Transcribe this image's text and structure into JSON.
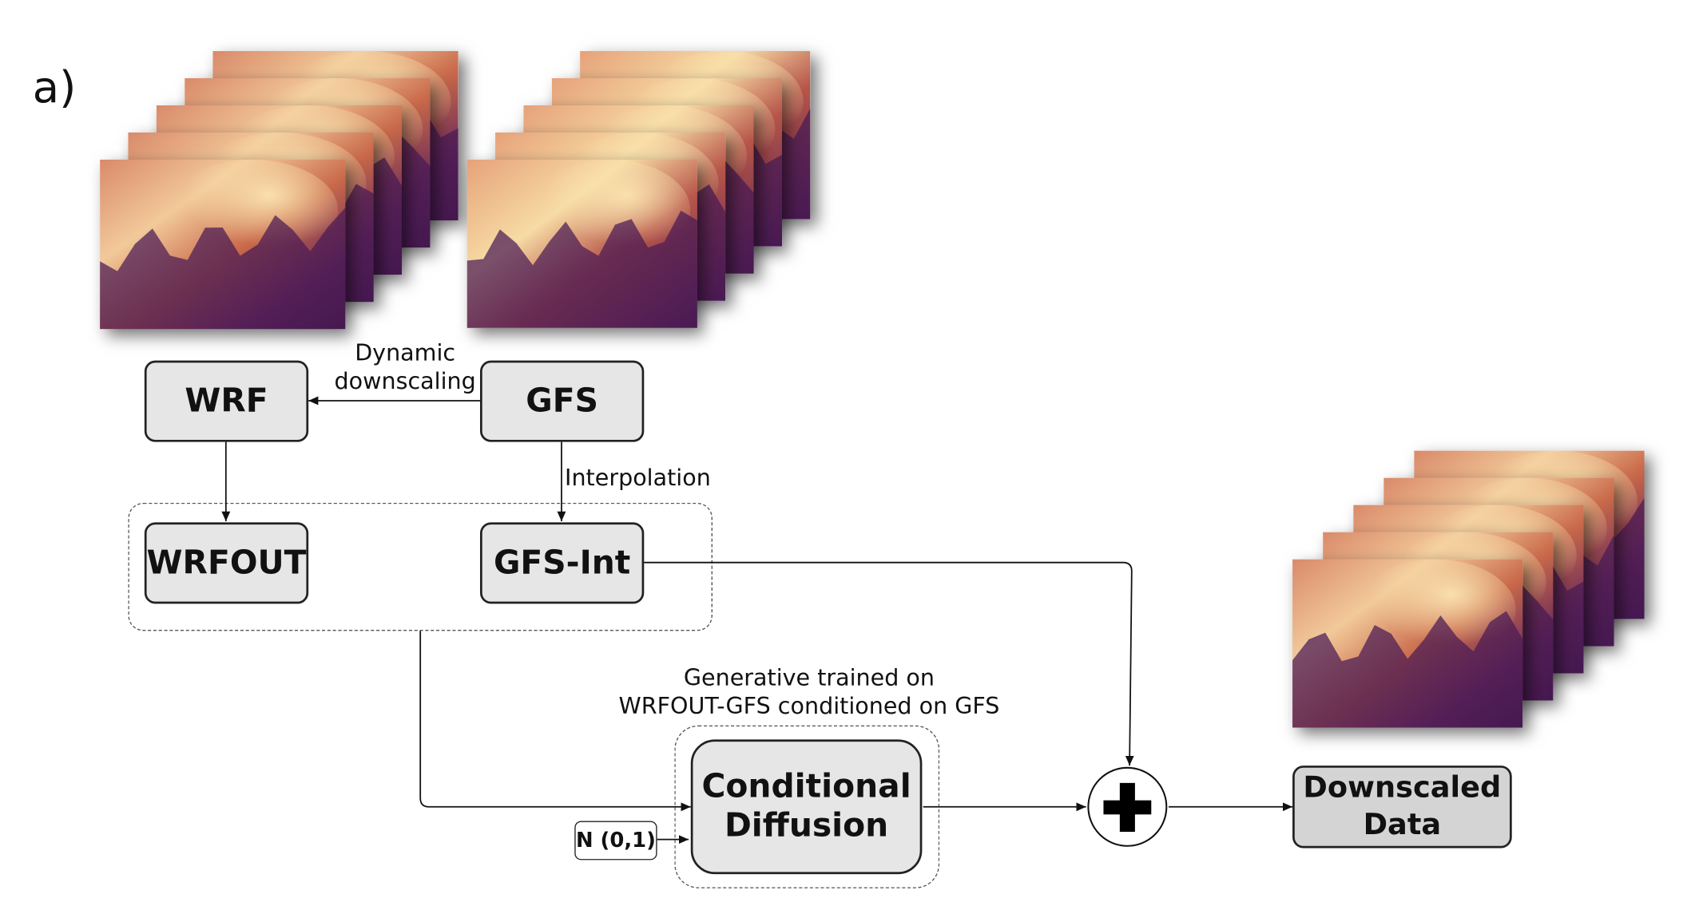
{
  "panel_label": "a)",
  "nodes": {
    "wrf": "WRF",
    "gfs": "GFS",
    "wrfout": "WRFOUT",
    "gfs_int": "GFS-Int",
    "conditional_diffusion": [
      "Conditional",
      "Diffusion"
    ],
    "noise": "N (0,1)",
    "downscaled_data": [
      "Downscaled",
      "Data"
    ]
  },
  "edge_labels": {
    "dynamic_downscaling": [
      "Dynamic",
      "downscaling"
    ],
    "interpolation": "Interpolation",
    "generative_note": [
      "Generative trained on",
      "WRFOUT-GFS conditioned on GFS"
    ]
  },
  "colors": {
    "box_fill": "#e6e6e6",
    "box_fill_dark": "#d4d4d4",
    "border": "#222222",
    "field_light": "#f7dba4",
    "field_mid": "#c9694a",
    "field_dark": "#4a1a55"
  },
  "icons": {
    "combine": "plus-icon"
  }
}
